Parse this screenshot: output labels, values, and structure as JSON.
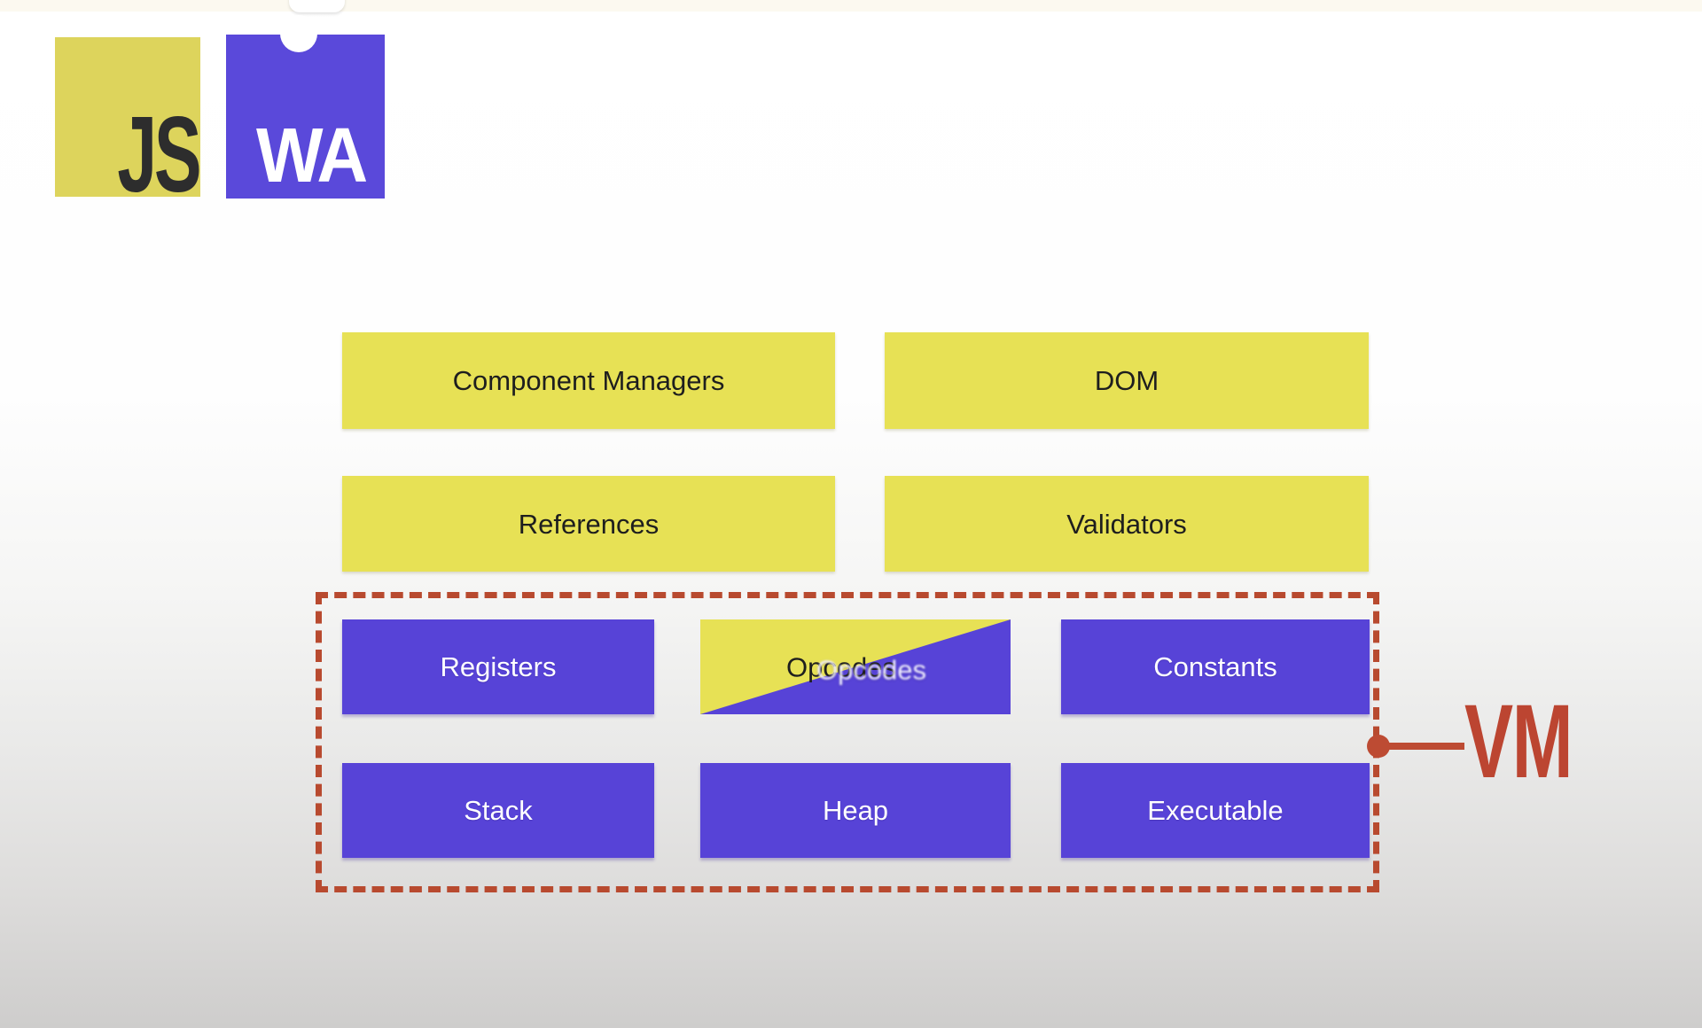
{
  "logos": {
    "js": "JS",
    "wasm": "WA"
  },
  "browser_layer": {
    "boxes": [
      {
        "label": "Component Managers"
      },
      {
        "label": "DOM"
      },
      {
        "label": "References"
      },
      {
        "label": "Validators"
      }
    ]
  },
  "vm_layer": {
    "label": "VM",
    "boxes": [
      {
        "label": "Registers"
      },
      {
        "label": "Opcodes"
      },
      {
        "label": "Constants"
      },
      {
        "label": "Stack"
      },
      {
        "label": "Heap"
      },
      {
        "label": "Executable"
      }
    ],
    "opcodes_ghost": "Opcodes"
  },
  "colors": {
    "box_yellow": "#e7e155",
    "logo_yellow": "#ddd45c",
    "box_purple": "#5743d7",
    "logo_purple": "#5a49da",
    "callout_red": "#bc4531",
    "dash_red": "#b84a2f",
    "text_dark": "#1e1e1e",
    "text_light": "#ffffff"
  }
}
